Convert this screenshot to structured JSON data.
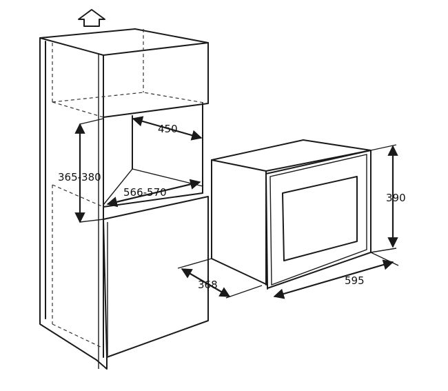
{
  "dimensions": {
    "niche_depth": "450",
    "niche_height": "365-380",
    "niche_width": "566-570",
    "appliance_height": "390",
    "appliance_depth": "368",
    "appliance_width": "595"
  },
  "icons": {
    "ventilation": "up-arrow-icon"
  }
}
